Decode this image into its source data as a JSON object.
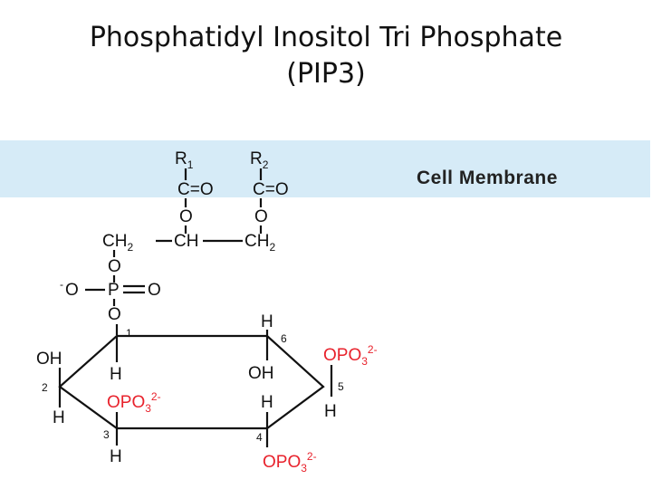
{
  "title": {
    "line1": "Phosphatidyl Inositol Tri Phosphate",
    "line2": "(PIP3)"
  },
  "membrane": {
    "label": "Cell Membrane",
    "color": "#d6ebf7"
  },
  "molecule": {
    "r1": "R",
    "r1_sub": "1",
    "r2": "R",
    "r2_sub": "2",
    "carbonyl1": "C=O",
    "carbonyl2": "C=O",
    "ester_o1": "O",
    "ester_o2": "O",
    "glycerol": {
      "ch2_left": "CH",
      "ch2_left_sub": "2",
      "ch": "CH",
      "ch2_right": "CH",
      "ch2_right_sub": "2"
    },
    "link_o": "O",
    "phosphate": {
      "charge": "-",
      "o_left": "O",
      "p": "P",
      "dbl_o": "O"
    },
    "bridge_o": "O",
    "ring": {
      "positions": [
        "1",
        "2",
        "3",
        "4",
        "5",
        "6"
      ],
      "c2_oh": "OH",
      "c2_h": "H",
      "c1_h": "H",
      "c3_opo3": "OPO",
      "c3_opo3_sub": "3",
      "c3_opo3_charge": "2-",
      "c3_h": "H",
      "c6_h": "H",
      "c6_oh": "OH",
      "c5_opo3": "OPO",
      "c5_opo3_sub": "3",
      "c5_opo3_charge": "2-",
      "c5_h": "H",
      "c4_h": "H",
      "c4_opo3": "OPO",
      "c4_opo3_sub": "3",
      "c4_opo3_charge": "2-"
    },
    "phosphate_group_color": "#e8222c"
  }
}
